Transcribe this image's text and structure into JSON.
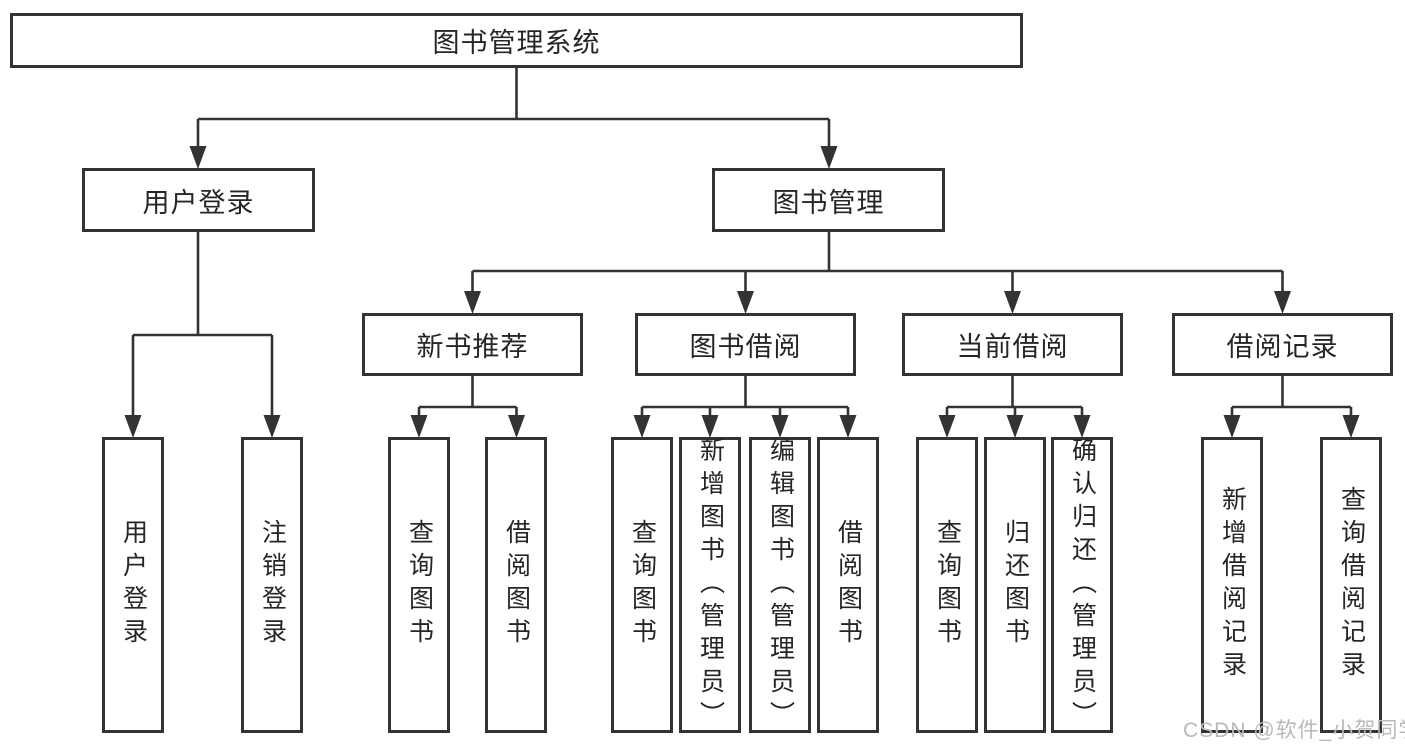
{
  "colors": {
    "background": "#ffffff",
    "line": "#333333",
    "border": "#333333",
    "text": "#262626",
    "watermark": "#b9b9b9"
  },
  "watermark": {
    "text": "CSDN @软件_小贺同学"
  },
  "tree": {
    "root": {
      "label": "图书管理系统"
    },
    "level2": [
      {
        "label": "用户登录",
        "children": [
          {
            "label": "用户登录"
          },
          {
            "label": "注销登录"
          }
        ]
      },
      {
        "label": "图书管理",
        "children": [
          {
            "label": "新书推荐",
            "children": [
              {
                "label": "查询图书"
              },
              {
                "label": "借阅图书"
              }
            ]
          },
          {
            "label": "图书借阅",
            "children": [
              {
                "label": "查询图书"
              },
              {
                "label": "新增图书（管理员）"
              },
              {
                "label": "编辑图书（管理员）"
              },
              {
                "label": "借阅图书"
              }
            ]
          },
          {
            "label": "当前借阅",
            "children": [
              {
                "label": "查询图书"
              },
              {
                "label": "归还图书"
              },
              {
                "label": "确认归还（管理员）"
              }
            ]
          },
          {
            "label": "借阅记录",
            "children": [
              {
                "label": "新增借阅记录"
              },
              {
                "label": "查询借阅记录"
              }
            ]
          }
        ]
      }
    ]
  }
}
